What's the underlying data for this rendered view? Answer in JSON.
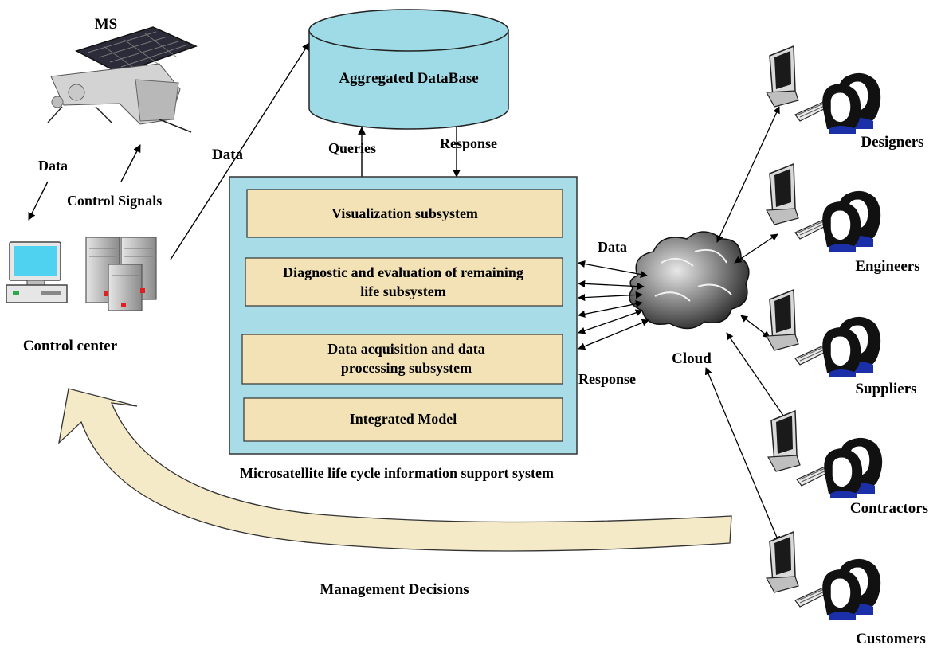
{
  "satellite": {
    "label": "MS"
  },
  "control_center": {
    "label": "Control center"
  },
  "links": {
    "data_down": "Data",
    "control_signals": "Control Signals",
    "data_to_db": "Data",
    "queries": "Queries",
    "response_db": "Response",
    "data_cloud": "Data",
    "response_cloud": "Response"
  },
  "database": {
    "label": "Aggregated DataBase"
  },
  "system": {
    "caption": "Microsatellite life cycle information support system",
    "subsystems": [
      {
        "lines": [
          "Visualization subsystem"
        ]
      },
      {
        "lines": [
          "Diagnostic and evaluation of remaining",
          "life subsystem"
        ]
      },
      {
        "lines": [
          "Data acquisition and data",
          "processing subsystem"
        ]
      },
      {
        "lines": [
          "Integrated Model"
        ]
      }
    ]
  },
  "cloud": {
    "label": "Cloud"
  },
  "stakeholders": [
    "Designers",
    "Engineers",
    "Suppliers",
    "Contractors",
    "Customers"
  ],
  "feedback": {
    "label": "Management Decisions"
  },
  "colors": {
    "db_fill": "#9fdbe6",
    "system_fill": "#a8dde8",
    "subsystem_fill": "#f2e2b5",
    "arrow_fill": "#f5eac8",
    "monitor_screen": "#4fd1f0",
    "person_shirt": "#1a2fa8"
  }
}
